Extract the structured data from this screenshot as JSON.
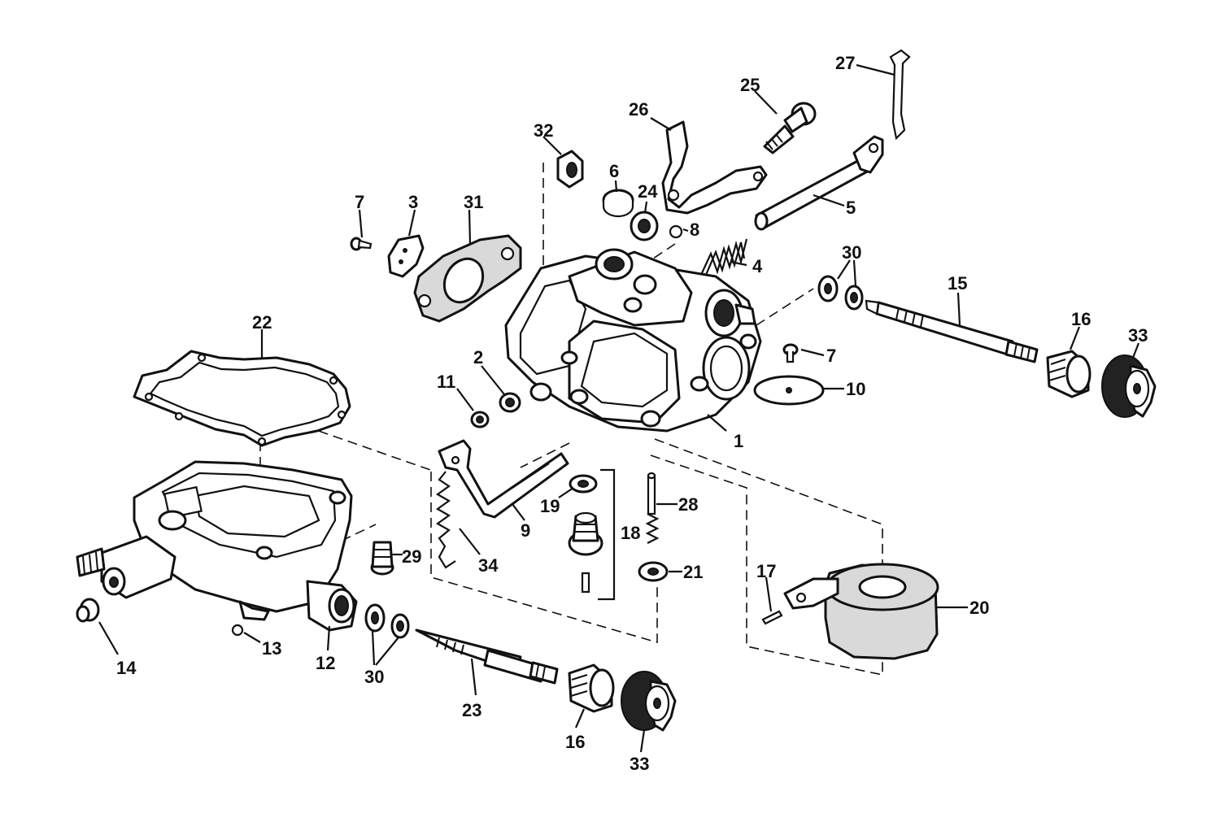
{
  "diagram": {
    "callouts": {
      "c1": "1",
      "c2": "2",
      "c3": "3",
      "c4": "4",
      "c5": "5",
      "c6": "6",
      "c7a": "7",
      "c7b": "7",
      "c8": "8",
      "c9": "9",
      "c10": "10",
      "c11": "11",
      "c12": "12",
      "c13": "13",
      "c14": "14",
      "c15": "15",
      "c16a": "16",
      "c16b": "16",
      "c17": "17",
      "c18": "18",
      "c19": "19",
      "c20": "20",
      "c21": "21",
      "c22": "22",
      "c23": "23",
      "c24": "24",
      "c25": "25",
      "c26": "26",
      "c27": "27",
      "c28": "28",
      "c29": "29",
      "c30a": "30",
      "c30b": "30",
      "c31": "31",
      "c32": "32",
      "c33a": "33",
      "c33b": "33",
      "c34": "34"
    }
  }
}
